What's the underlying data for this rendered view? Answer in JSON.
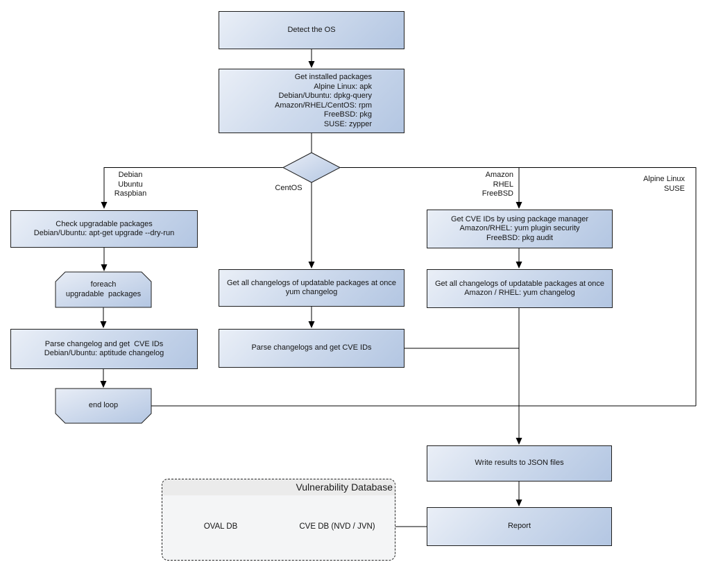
{
  "nodes": {
    "detect_os": {
      "text": "Detect the OS"
    },
    "get_installed_packages": {
      "text": "Get installed packages\nAlpine Linux: apk\nDebian/Ubuntu: dpkg-query\nAmazon/RHEL/CentOS: rpm\nFreeBSD: pkg\nSUSE: zypper"
    },
    "check_upgradable": {
      "text": "Check upgradable packages\nDebian/Ubuntu: apt-get upgrade --dry-run"
    },
    "foreach_loop": {
      "text": "foreach\nupgradable  packages"
    },
    "parse_changelog_deb": {
      "text": "Parse changelog and get  CVE IDs\nDebian/Ubuntu: aptitude changelog"
    },
    "end_loop": {
      "text": "end loop"
    },
    "get_changelogs_yum": {
      "text": "Get all changelogs of updatable packages at once\nyum changelog"
    },
    "parse_changelogs_yum": {
      "text": "Parse changelogs and get CVE IDs"
    },
    "get_cve_ids_pkg_manager": {
      "text": "Get CVE IDs by using package manager\nAmazon/RHEL: yum plugin security\nFreeBSD: pkg audit"
    },
    "get_changelogs_amazon_rhel": {
      "text": "Get all changelogs of updatable packages at once\nAmazon / RHEL: yum changelog"
    },
    "write_results": {
      "text": "Write results to JSON files"
    },
    "report": {
      "text": "Report"
    }
  },
  "branch_labels": {
    "left": "Debian\nUbuntu\nRaspbian",
    "centos": "CentOS",
    "amazon_rhel_freebsd": "Amazon\nRHEL\nFreeBSD",
    "alpine_suse": "Alpine Linux\nSUSE"
  },
  "database": {
    "title": "Vulnerability Database",
    "cylinders": [
      "OVAL DB",
      "CVE DB (NVD / JVN)"
    ]
  },
  "colors": {
    "node_gradient_start": "#eaeff7",
    "node_gradient_end": "#b3c6e2",
    "node_border": "#1d1d1d",
    "connector": "#000000",
    "db_container_fill": "#f4f5f6",
    "db_title_band": "#ebebeb",
    "cylinder_top": "#dde7f4",
    "cylinder_body": "#c6d4e9"
  }
}
